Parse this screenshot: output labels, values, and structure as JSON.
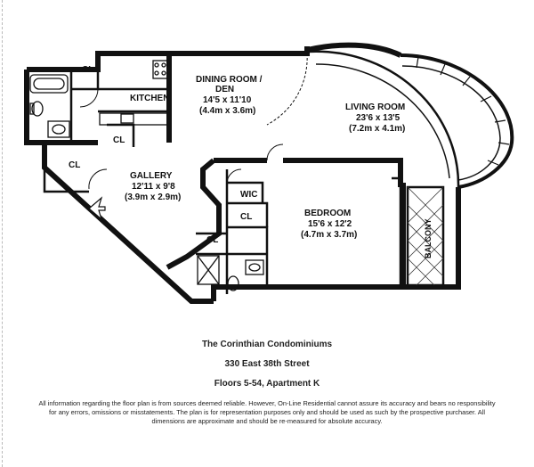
{
  "rooms": {
    "cl_top": "CL",
    "kitchen": "KITCHEN",
    "dining_name": "DINING ROOM /",
    "dining_name2": "DEN",
    "dining_dims": "14'5 x 11'10",
    "dining_metric": "(4.4m x 3.6m)",
    "living_name": "LIVING ROOM",
    "living_dims": "23'6 x 13'5",
    "living_metric": "(7.2m x 4.1m)",
    "cl_mid": "CL",
    "cl_left": "CL",
    "gallery_name": "GALLERY",
    "gallery_dims": "12'11 x 9'8",
    "gallery_metric": "(3.9m x 2.9m)",
    "wic": "WIC",
    "cl_bed": "CL",
    "cl_bath": "CL",
    "bedroom_name": "BEDROOM",
    "bedroom_dims": "15'6 x 12'2",
    "bedroom_metric": "(4.7m x 3.7m)",
    "balcony": "BALCONY"
  },
  "caption": {
    "building": "The Corinthian Condominiums",
    "address": "330 East 38th Street",
    "unit": "Floors 5-54, Apartment K"
  },
  "disclaimer": "All information regarding the floor plan is from sources deemed reliable. However, On-Line Residential cannot assure its accuracy and bears no responsibility for any errors, omissions or misstatements. The plan is for representation purposes only and should be used as such by the prospective purchaser. All dimensions are approximate and should be re-measured for absolute accuracy."
}
